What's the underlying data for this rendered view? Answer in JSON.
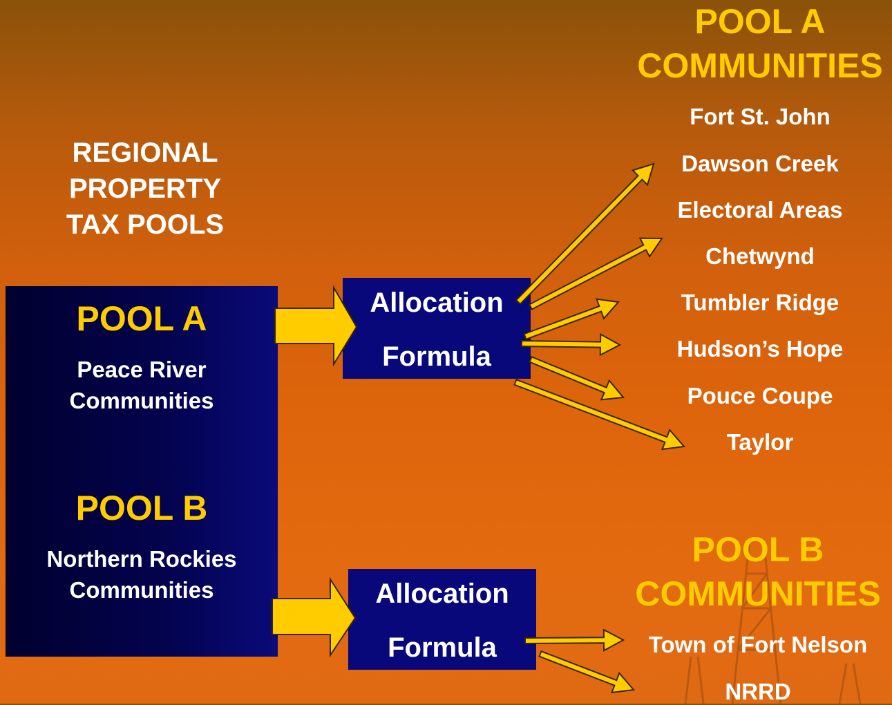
{
  "title": "REGIONAL PROPERTY TAX POOLS",
  "title_lines": [
    "REGIONAL",
    "PROPERTY",
    "TAX POOLS"
  ],
  "pool_a": {
    "heading": "POOL A",
    "desc_lines": [
      "Peace River",
      "Communities"
    ]
  },
  "pool_b": {
    "heading": "POOL B",
    "desc_lines": [
      "Northern Rockies",
      "Communities"
    ]
  },
  "formula_a": {
    "line1": "Allocation",
    "line2": "Formula"
  },
  "formula_b": {
    "line1": "Allocation",
    "line2": "Formula"
  },
  "pool_a_communities": {
    "heading_lines": [
      "POOL A",
      "COMMUNITIES"
    ],
    "items": [
      "Fort St. John",
      "Dawson Creek",
      "Electoral Areas",
      "Chetwynd",
      "Tumbler Ridge",
      "Hudson’s Hope",
      "Pouce Coupe",
      "Taylor"
    ]
  },
  "pool_b_communities": {
    "heading_lines": [
      "POOL B",
      "COMMUNITIES"
    ],
    "items": [
      "Town of Fort Nelson",
      "NRRD"
    ]
  },
  "colors": {
    "gold": "#ffcc00",
    "navy": "#08087a",
    "arrow_outline": "#3a2600"
  }
}
